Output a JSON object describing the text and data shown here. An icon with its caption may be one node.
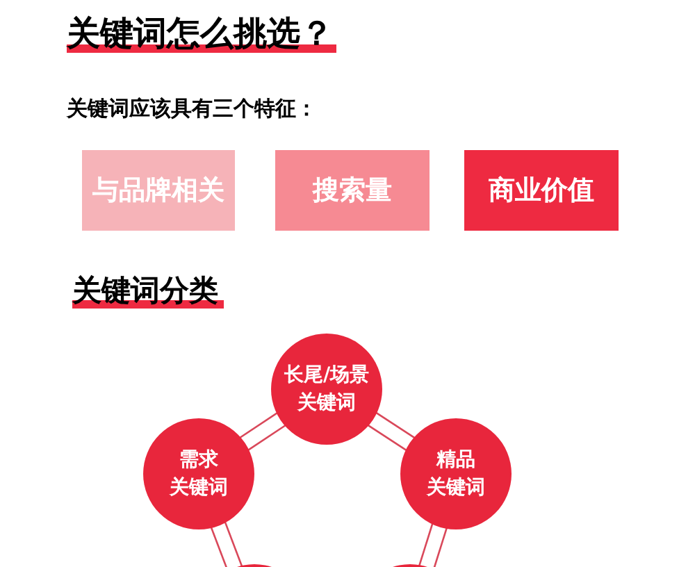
{
  "diagram": {
    "title": "关键词怎么挑选？",
    "nodes": [
      {
        "text": [
          "与品牌相关"
        ]
      },
      {
        "text": [
          "搜索量"
        ]
      },
      {
        "text": [
          "商业价值"
        ]
      },
      {
        "text": [
          "长尾/场景",
          "关键词"
        ]
      },
      {
        "text": [
          "需求",
          "关键词"
        ]
      },
      {
        "text": [
          "精品",
          "关键词"
        ]
      },
      {
        "text": [],
        "shape": "circle"
      },
      {
        "text": [],
        "shape": "circle"
      }
    ],
    "edges": [
      {
        "from": 3,
        "to": 4,
        "arrow": "none"
      },
      {
        "from": 3,
        "to": 5,
        "arrow": "none"
      },
      {
        "from": 4,
        "to": 6,
        "arrow": "none"
      },
      {
        "from": 5,
        "to": 7,
        "arrow": "none"
      }
    ],
    "labels": [
      "关键词应该具有三个特征：",
      "关键词分类"
    ]
  }
}
